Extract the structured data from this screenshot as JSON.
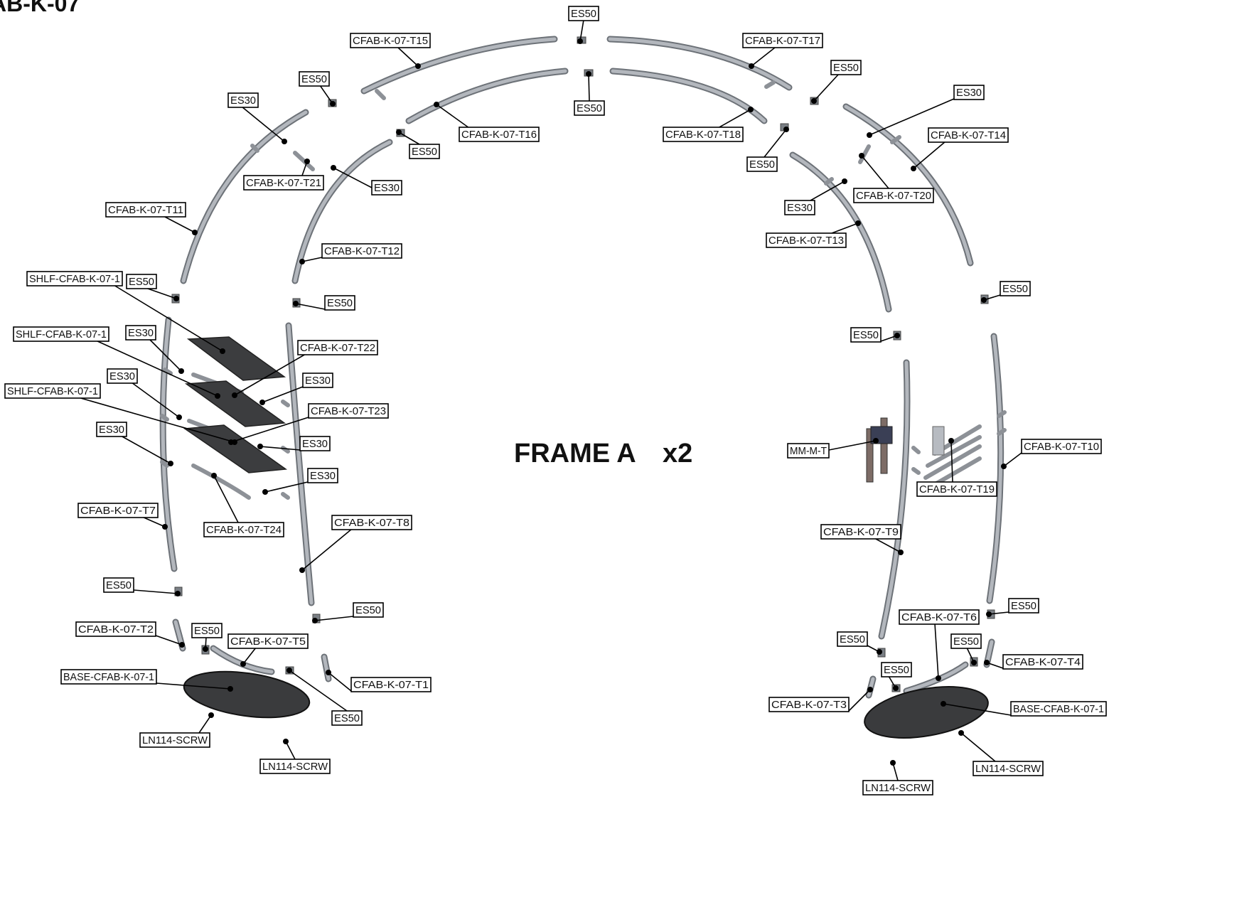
{
  "header": {
    "partial_title": "AB-K-07"
  },
  "center_label": {
    "frame": "FRAME A",
    "qty": "x2"
  },
  "labels": {
    "es50_top": "ES50",
    "t15": "CFAB-K-07-T15",
    "t17": "CFAB-K-07-T17",
    "es50_b": "ES50",
    "es50_c": "ES50",
    "es50_d": "ES50",
    "es30_a": "ES30",
    "t16": "CFAB-K-07-T16",
    "t18": "CFAB-K-07-T18",
    "es50_e": "ES50",
    "es50_f": "ES50",
    "es30_b": "ES30",
    "t14": "CFAB-K-07-T14",
    "t21": "CFAB-K-07-T21",
    "es30_c": "ES30",
    "t20": "CFAB-K-07-T20",
    "es30_d": "ES30",
    "t11": "CFAB-K-07-T11",
    "t13": "CFAB-K-07-T13",
    "t12": "CFAB-K-07-T12",
    "shelf_1": "SHLF-CFAB-K-07-1",
    "es50_g": "ES50",
    "es50_h": "ES50",
    "es50_i": "ES50",
    "es50_j": "ES50",
    "shelf_2": "SHLF-CFAB-K-07-1",
    "es30_e": "ES30",
    "t22": "CFAB-K-07-T22",
    "es30_f": "ES30",
    "shelf_3": "SHLF-CFAB-K-07-1",
    "es30_g": "ES30",
    "t23": "CFAB-K-07-T23",
    "es30_h": "ES30",
    "es30_i": "ES30",
    "es30_j": "ES30",
    "mmt": "MM-M-T",
    "t10": "CFAB-K-07-T10",
    "t19": "CFAB-K-07-T19",
    "t7": "CFAB-K-07-T7",
    "t24": "CFAB-K-07-T24",
    "t8": "CFAB-K-07-T8",
    "t9": "CFAB-K-07-T9",
    "es50_k": "ES50",
    "es50_l": "ES50",
    "es50_m": "ES50",
    "t6": "CFAB-K-07-T6",
    "t2": "CFAB-K-07-T2",
    "es50_n": "ES50",
    "t5": "CFAB-K-07-T5",
    "es50_o": "ES50",
    "es50_p": "ES50",
    "t4": "CFAB-K-07-T4",
    "base_left": "BASE-CFAB-K-07-1",
    "t1": "CFAB-K-07-T1",
    "es50_q": "ES50",
    "t3": "CFAB-K-07-T3",
    "base_right": "BASE-CFAB-K-07-1",
    "es50_r": "ES50",
    "scrw_1": "LN114-SCRW",
    "scrw_2": "LN114-SCRW",
    "scrw_3": "LN114-SCRW",
    "scrw_4": "LN114-SCRW"
  }
}
